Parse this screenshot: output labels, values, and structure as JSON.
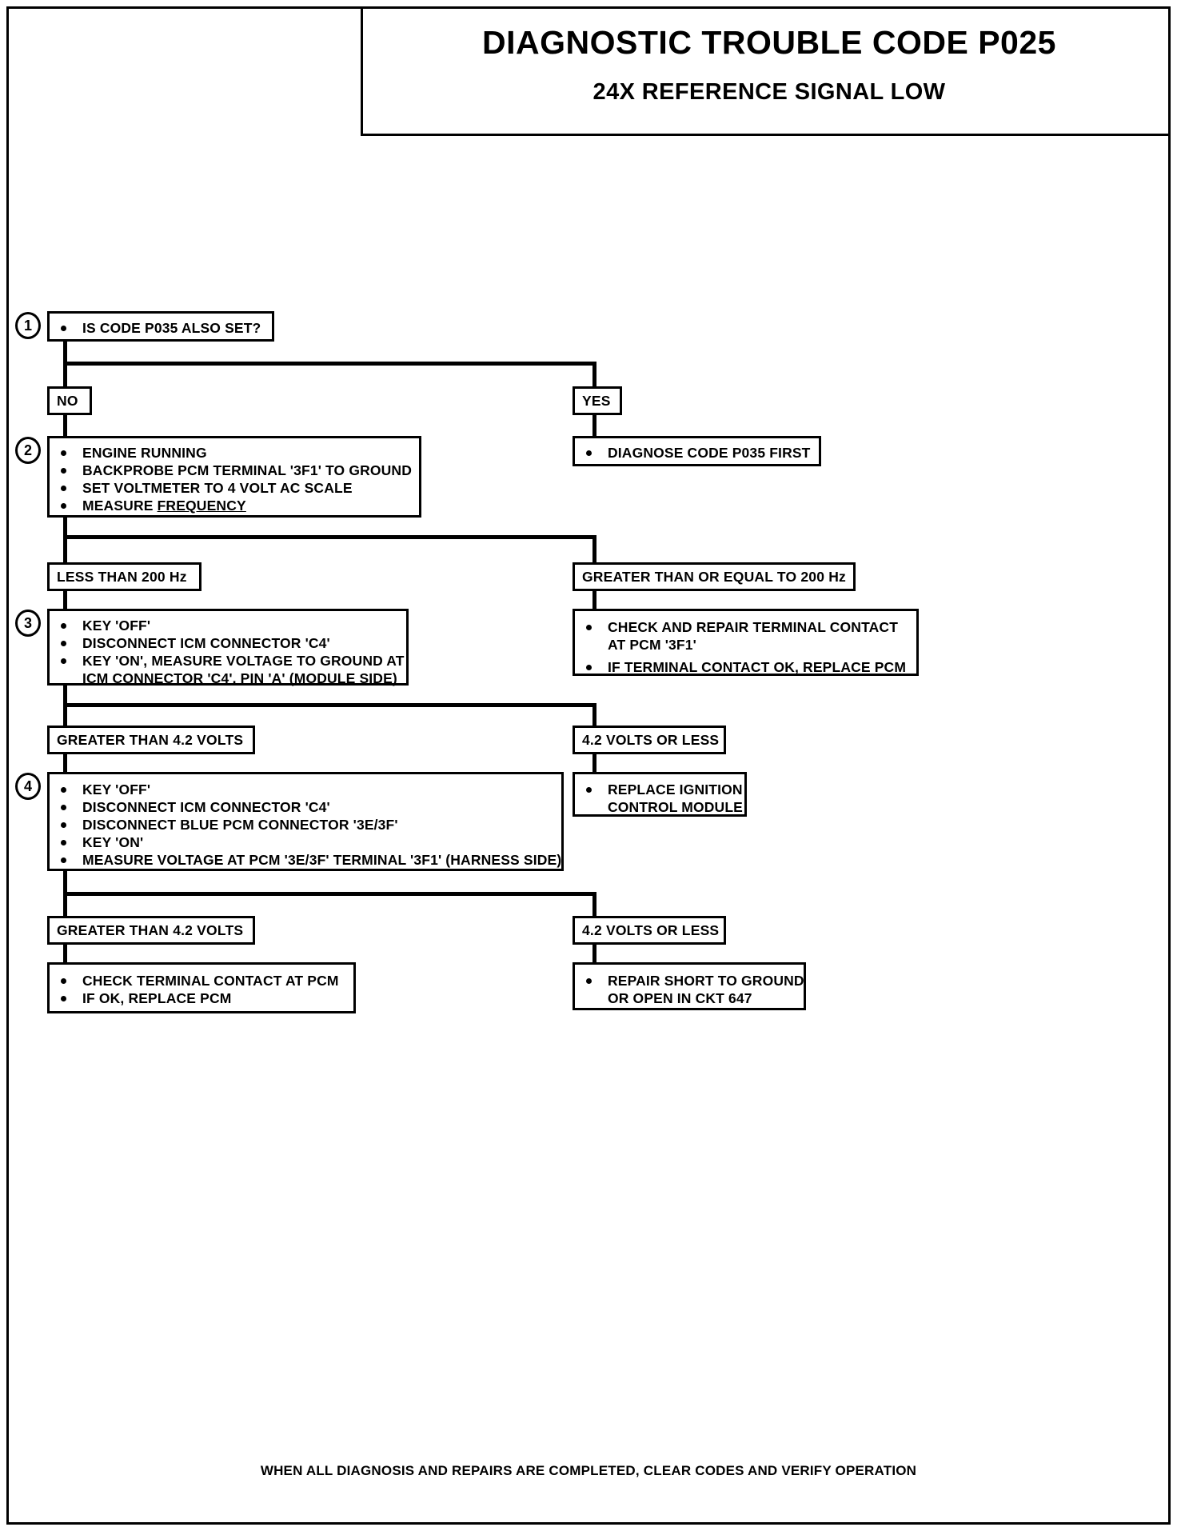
{
  "document": {
    "title_main": "DIAGNOSTIC TROUBLE CODE P025",
    "title_sub": "24X REFERENCE SIGNAL LOW",
    "footer": "WHEN ALL DIAGNOSIS AND REPAIRS ARE COMPLETED, CLEAR CODES AND VERIFY OPERATION"
  },
  "steps": {
    "s1": {
      "number": "1",
      "items": [
        "IS CODE P035 ALSO SET?"
      ]
    },
    "s2": {
      "number": "2",
      "items": [
        "ENGINE RUNNING",
        "BACKPROBE PCM TERMINAL '3F1' TO GROUND",
        "SET VOLTMETER TO 4 VOLT AC SCALE"
      ],
      "item4_prefix": "MEASURE ",
      "item4_underlined": "FREQUENCY"
    },
    "s3": {
      "number": "3",
      "items": [
        "KEY 'OFF'",
        "DISCONNECT ICM CONNECTOR 'C4'",
        "KEY 'ON', MEASURE VOLTAGE TO GROUND AT"
      ],
      "item3_cont": "ICM CONNECTOR 'C4', PIN 'A' (MODULE SIDE)"
    },
    "s4": {
      "number": "4",
      "items": [
        "KEY 'OFF'",
        "DISCONNECT ICM CONNECTOR 'C4'",
        "DISCONNECT BLUE PCM CONNECTOR '3E/3F'",
        "KEY 'ON'",
        "MEASURE VOLTAGE AT PCM '3E/3F' TERMINAL '3F1' (HARNESS SIDE)"
      ]
    }
  },
  "branches": {
    "no_label": "NO",
    "yes_label": "YES",
    "freq_low": "LESS THAN 200 Hz",
    "freq_high": "GREATER THAN OR EQUAL TO 200 Hz",
    "volt3_high": "GREATER THAN 4.2 VOLTS",
    "volt3_low": "4.2 VOLTS OR LESS",
    "volt4_high": "GREATER THAN 4.2 VOLTS",
    "volt4_low": "4.2 VOLTS OR LESS"
  },
  "results": {
    "diagnose_p035": {
      "items": [
        "DIAGNOSE CODE P035 FIRST"
      ]
    },
    "check_repair_pcm": {
      "items": [
        "CHECK AND REPAIR TERMINAL CONTACT",
        "IF TERMINAL CONTACT OK, REPLACE PCM"
      ],
      "item1_cont": "AT PCM '3F1'"
    },
    "replace_icm": {
      "items": [
        "REPLACE IGNITION"
      ],
      "item1_cont": "CONTROL MODULE"
    },
    "check_terminal_pcm": {
      "items": [
        "CHECK TERMINAL CONTACT AT PCM",
        "IF OK, REPLACE PCM"
      ]
    },
    "repair_short": {
      "items": [
        "REPAIR SHORT TO GROUND"
      ],
      "item1_cont": "OR OPEN IN CKT 647"
    }
  }
}
